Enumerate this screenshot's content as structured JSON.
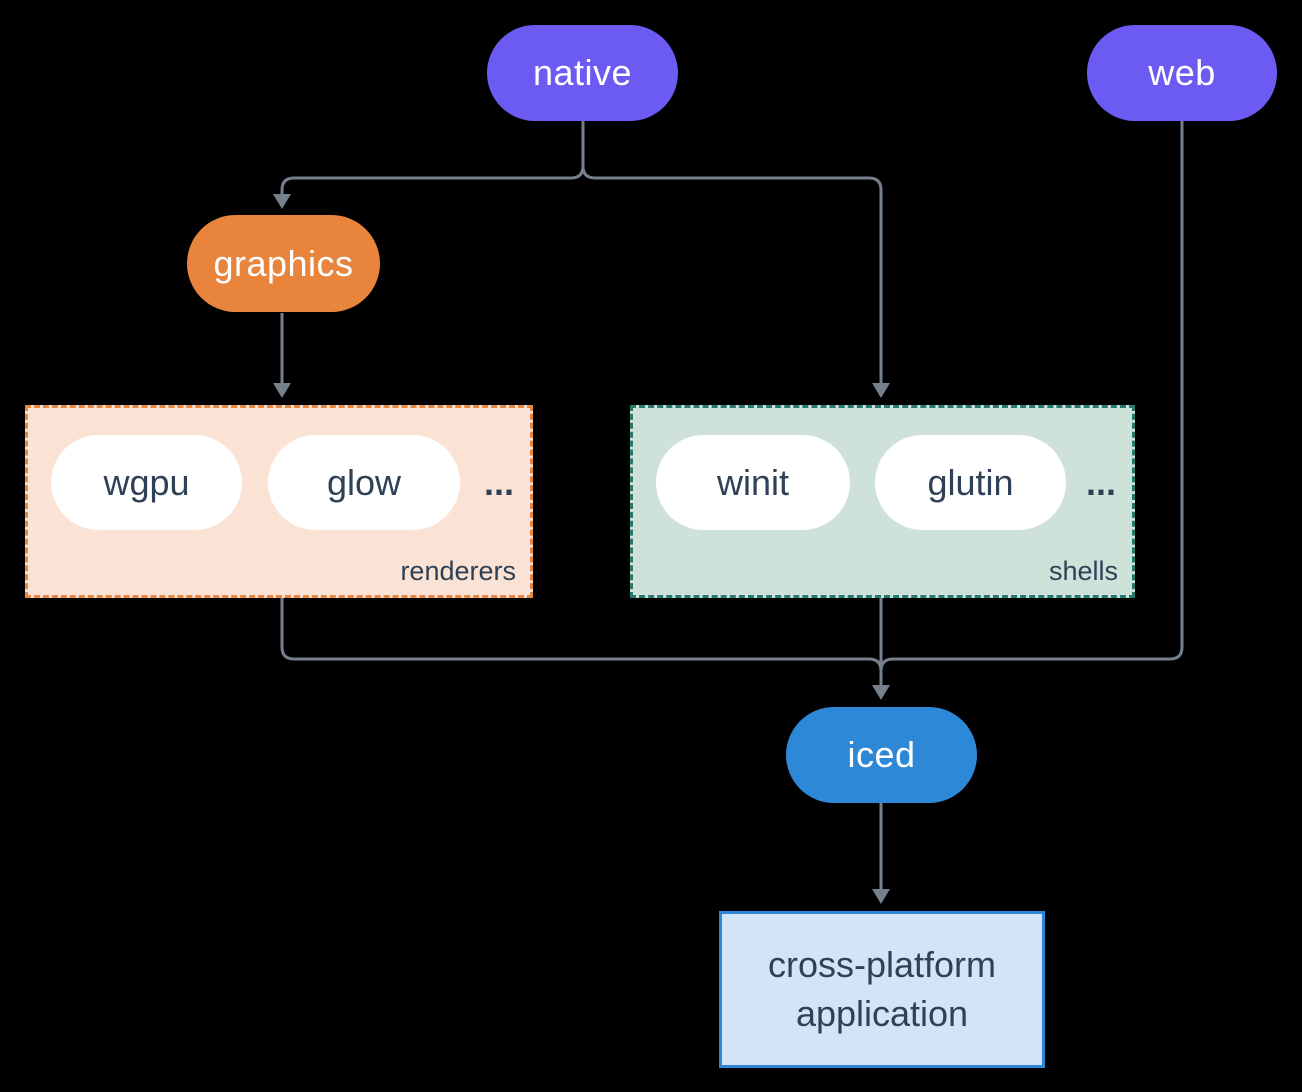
{
  "diagram": {
    "background_color": "#000000",
    "connector_color": "#76808d",
    "text_color_dark": "#2f4156",
    "text_color_light": "#ffffff",
    "nodes": {
      "native": {
        "label": "native",
        "color": "#6c5bf2"
      },
      "web": {
        "label": "web",
        "color": "#6c5bf2"
      },
      "graphics": {
        "label": "graphics",
        "color": "#e8843c"
      },
      "iced": {
        "label": "iced",
        "color": "#2d89d8"
      },
      "application": {
        "line1": "cross-platform",
        "line2": "application",
        "fill_color": "#d3e4f6",
        "border_color": "#2f86d8"
      }
    },
    "groups": {
      "renderers": {
        "label": "renderers",
        "fill_color": "#fae3d4",
        "border_color": "#e68742",
        "items": [
          "wgpu",
          "glow"
        ],
        "ellipsis": "..."
      },
      "shells": {
        "label": "shells",
        "fill_color": "#cfe2da",
        "border_color": "#26796d",
        "items": [
          "winit",
          "glutin"
        ],
        "ellipsis": "..."
      }
    },
    "edges": [
      {
        "from": "native",
        "to": "graphics"
      },
      {
        "from": "native",
        "to": "shells"
      },
      {
        "from": "graphics",
        "to": "renderers"
      },
      {
        "from": "renderers",
        "to": "iced"
      },
      {
        "from": "shells",
        "to": "iced"
      },
      {
        "from": "web",
        "to": "iced"
      },
      {
        "from": "iced",
        "to": "application"
      }
    ]
  }
}
